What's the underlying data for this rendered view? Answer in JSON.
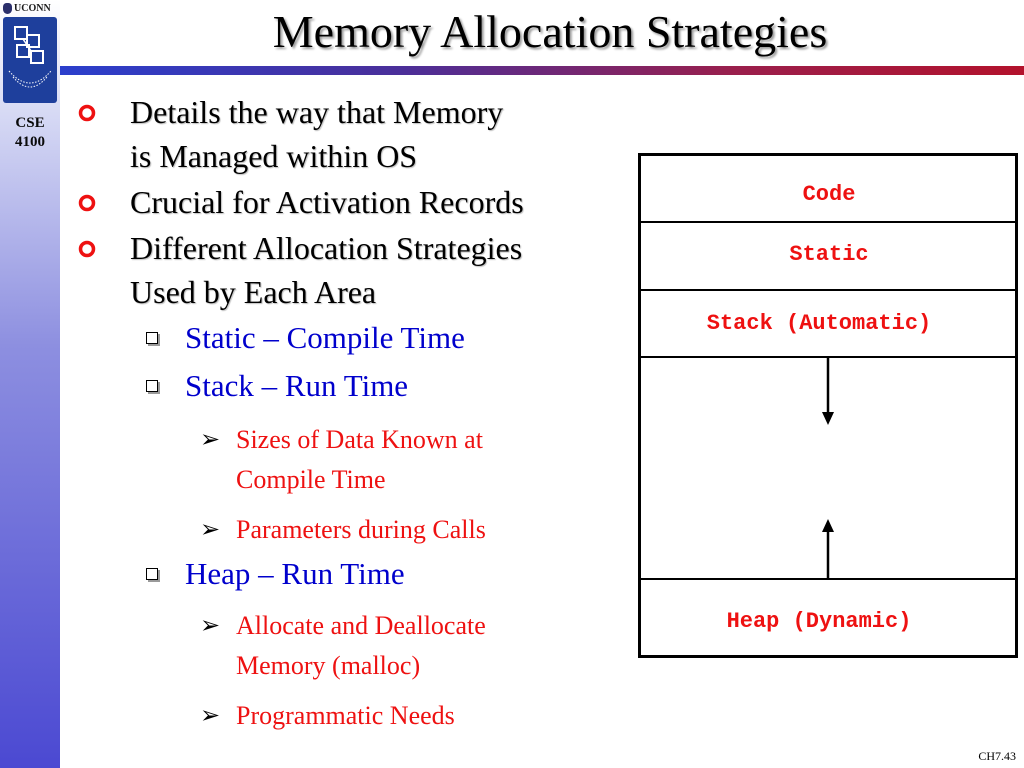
{
  "slide": {
    "title": "Memory Allocation Strategies",
    "page_number": "CH7.43"
  },
  "sidebar": {
    "logo_text": "UCONN",
    "course": "CSE 4100"
  },
  "colors": {
    "title_rule_start": "#2b3fcc",
    "title_rule_end": "#b3122c",
    "bullet_marker": "#ee1111",
    "subbullet_text": "#0000cc",
    "subsub_text": "#ee1111",
    "diagram_label": "#ee1111"
  },
  "bullets": [
    {
      "marker_icon": "hollow-circle-icon",
      "lines": [
        "Details the way that Memory",
        "is Managed within OS"
      ]
    },
    {
      "marker_icon": "hollow-circle-icon",
      "lines": [
        "Crucial for Activation Records"
      ]
    },
    {
      "marker_icon": "hollow-circle-icon",
      "lines": [
        "Different Allocation Strategies",
        "Used by Each Area"
      ]
    }
  ],
  "subbullets": [
    {
      "marker_icon": "square-icon",
      "text": "Static – Compile Time"
    },
    {
      "marker_icon": "square-icon",
      "text": "Stack – Run Time"
    },
    {
      "marker_icon": "square-icon",
      "text": "Heap – Run Time"
    }
  ],
  "subsubbullets": [
    {
      "marker_icon": "arrowhead-icon",
      "lines": [
        "Sizes of Data Known at",
        "Compile Time"
      ]
    },
    {
      "marker_icon": "arrowhead-icon",
      "lines": [
        "Parameters during Calls"
      ]
    },
    {
      "marker_icon": "arrowhead-icon",
      "lines": [
        "Allocate and Deallocate",
        "Memory (malloc)"
      ]
    },
    {
      "marker_icon": "arrowhead-icon",
      "lines": [
        "Programmatic Needs"
      ]
    }
  ],
  "diagram": {
    "segments": [
      "Code",
      "Static",
      "Stack (Automatic)",
      "Heap (Dynamic)"
    ],
    "stack_growth_icon": "arrow-down-icon",
    "heap_growth_icon": "arrow-up-icon"
  }
}
